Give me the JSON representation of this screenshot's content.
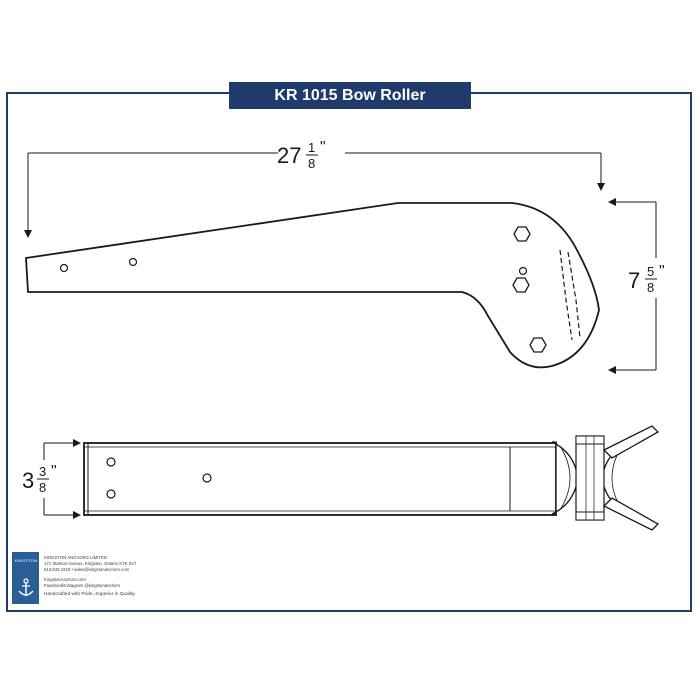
{
  "title": "KR 1015 Bow Roller",
  "dimensions": {
    "length": {
      "whole": "27",
      "num": "1",
      "den": "8",
      "unit": "\""
    },
    "height": {
      "whole": "7",
      "num": "5",
      "den": "8",
      "unit": "\""
    },
    "width": {
      "whole": "3",
      "num": "3",
      "den": "8",
      "unit": "\""
    }
  },
  "footer": {
    "logo_text": "KINGSTON",
    "company": "KINGSTON ANCHORS LIMITED",
    "address": "171 Stanton Avenue, Kingston, Ontario K7K 3V7",
    "contact": "613.549.2218 • sales@kingstonanchors.com",
    "website": "KingstonAnchors.com",
    "social": "Facebook/Instagram @kingstonanchors",
    "tagline": "Handcrafted with Pride, Superior in Quality."
  },
  "colors": {
    "frame": "#1f3a6b",
    "line": "#1a1a1a",
    "logo": "#2a5f96"
  }
}
